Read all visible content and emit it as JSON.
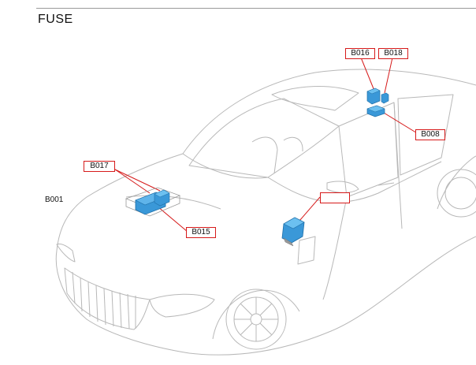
{
  "header": {
    "title": "FUSE"
  },
  "diagram": {
    "side_label": "B001",
    "callouts": {
      "b016": "B016",
      "b018": "B018",
      "b008": "B008",
      "b017": "B017",
      "b015": "B015",
      "unlabeled": ""
    },
    "colors": {
      "component": "#3a98d8",
      "component_dark": "#1f6fa8",
      "callout_border": "#d61a1a",
      "line_art": "#b8b8b8"
    }
  }
}
